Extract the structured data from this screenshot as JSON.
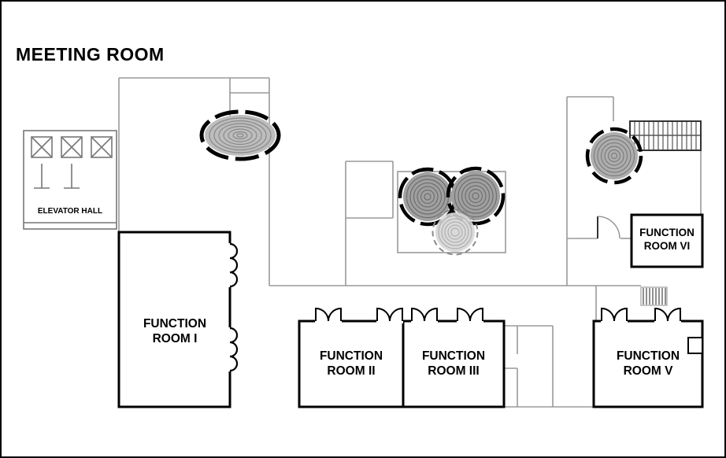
{
  "title": "MEETING ROOM",
  "rooms": [
    {
      "id": "elevator-hall",
      "label": "ELEVATOR HALL"
    },
    {
      "id": "function-room-1",
      "label": "FUNCTION\nROOM I"
    },
    {
      "id": "function-room-2",
      "label": "FUNCTION\nROOM II"
    },
    {
      "id": "function-room-3",
      "label": "FUNCTION\nROOM III"
    },
    {
      "id": "function-room-5",
      "label": "FUNCTION\nROOM V"
    },
    {
      "id": "function-room-6",
      "label": "FUNCTION\nROOM VI"
    }
  ],
  "icons": {
    "elevator": "elevator-x-icon",
    "stairs": "stairs-icon",
    "round_table": "round-table-icon",
    "oval_table": "oval-table-icon",
    "double_door": "double-door-icon",
    "folding_door": "folding-door-icon",
    "door_swing": "door-swing-icon",
    "vent_hatch": "vent-hatch-icon"
  },
  "colors": {
    "wall": "#000000",
    "corridor": "#9a9a9a",
    "table_dark": "#a0a0a0",
    "table_light": "#d6d6d6"
  }
}
